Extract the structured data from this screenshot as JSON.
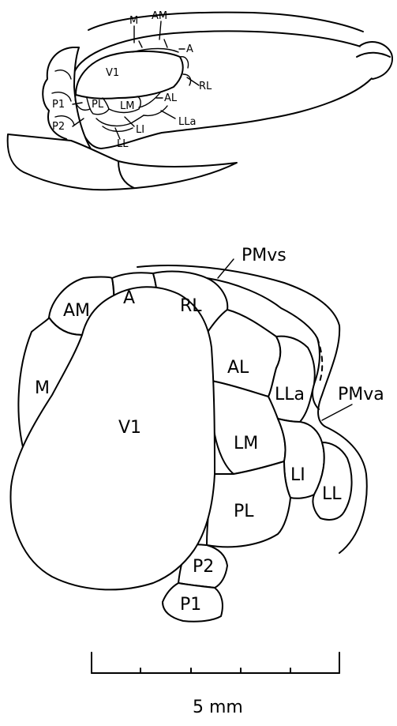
{
  "top_view": {
    "labels": {
      "M": "M",
      "AM": "AM",
      "A": "A",
      "V1": "V1",
      "RL": "RL",
      "AL": "AL",
      "LM": "LM",
      "PL": "PL",
      "P1": "P1",
      "P2": "P2",
      "LLa": "LLa",
      "LI": "LI",
      "LL": "LL"
    }
  },
  "map_view": {
    "labels": {
      "PMvs": "PMvs",
      "A": "A",
      "AM": "AM",
      "RL": "RL",
      "M": "M",
      "AL": "AL",
      "V1": "V1",
      "LLa": "LLa",
      "PMva": "PMva",
      "LM": "LM",
      "LI": "LI",
      "LL": "LL",
      "PL": "PL",
      "P2": "P2",
      "P1": "P1"
    }
  },
  "scale_bar": {
    "label": "5 mm"
  }
}
